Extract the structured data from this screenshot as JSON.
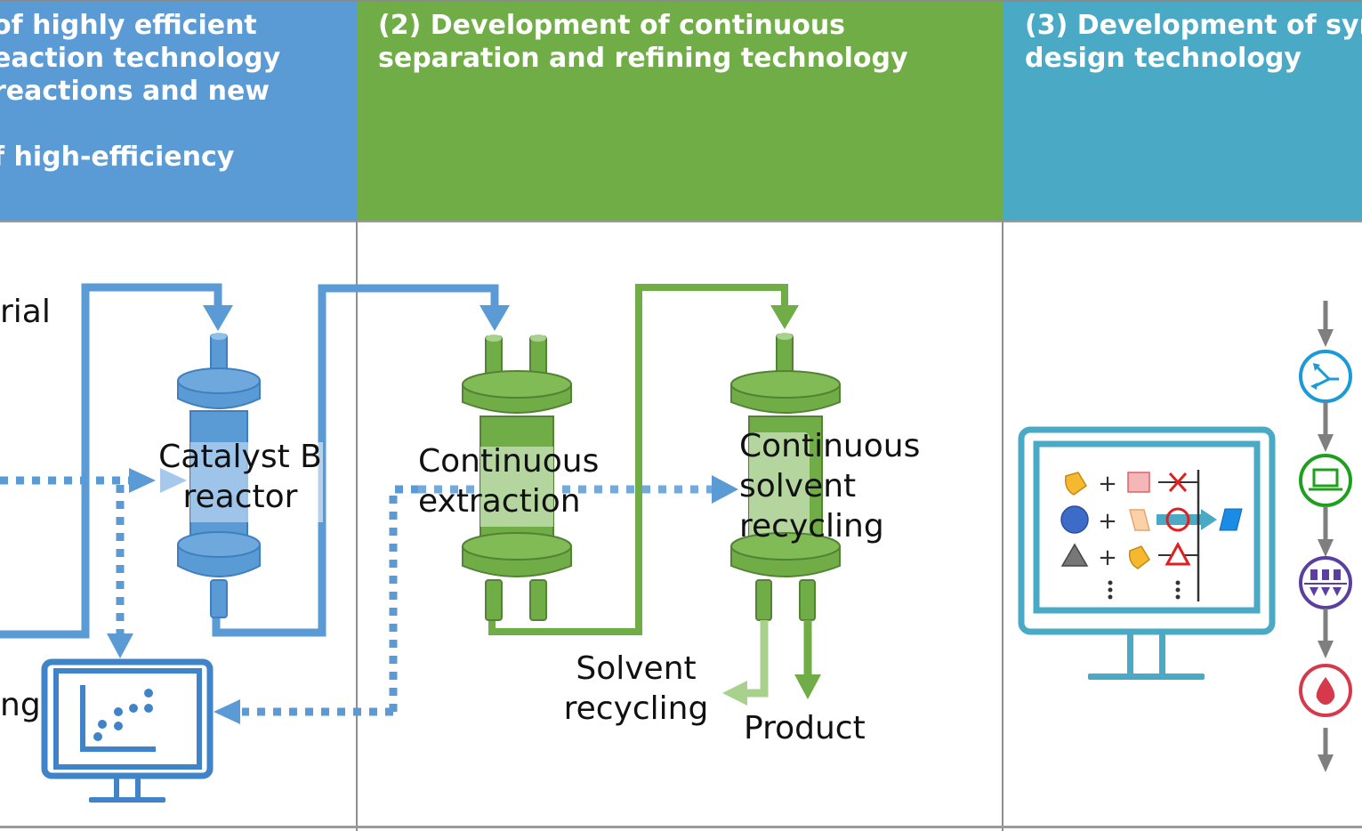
{
  "headers": [
    {
      "id": "section-1",
      "lines": [
        "of highly efficient",
        "eaction technology",
        " reactions and new",
        "",
        "f high-efficiency"
      ],
      "color": "#5b9bd5"
    },
    {
      "id": "section-2",
      "lines": [
        "(2) Development  of continuous",
        "separation and refining technology"
      ],
      "color": "#70ad47"
    },
    {
      "id": "section-3",
      "lines": [
        "(3) Development  of syn",
        "design technology"
      ],
      "color": "#4aa9c4"
    }
  ],
  "labels": {
    "raw_material_fragment": "rial",
    "catalyst_reactor": [
      "Catalyst B",
      "reactor"
    ],
    "monitoring_fragment": "ng",
    "continuous_extraction": [
      "Continuous",
      "extraction"
    ],
    "continuous_solvent_recycling": [
      "Continuous",
      "solvent",
      "recycling"
    ],
    "solvent_recycling": [
      "Solvent",
      "recycling"
    ],
    "product": "Product"
  },
  "icons": {
    "flow_steps": [
      "branch-icon",
      "laptop-icon",
      "column-array-icon",
      "drop-icon"
    ]
  },
  "colors": {
    "blue": "#5b9bd5",
    "green": "#70ad47",
    "light_green": "#a9d18e",
    "teal": "#4aa9c4",
    "gray_arrow": "#7f7f7f"
  }
}
